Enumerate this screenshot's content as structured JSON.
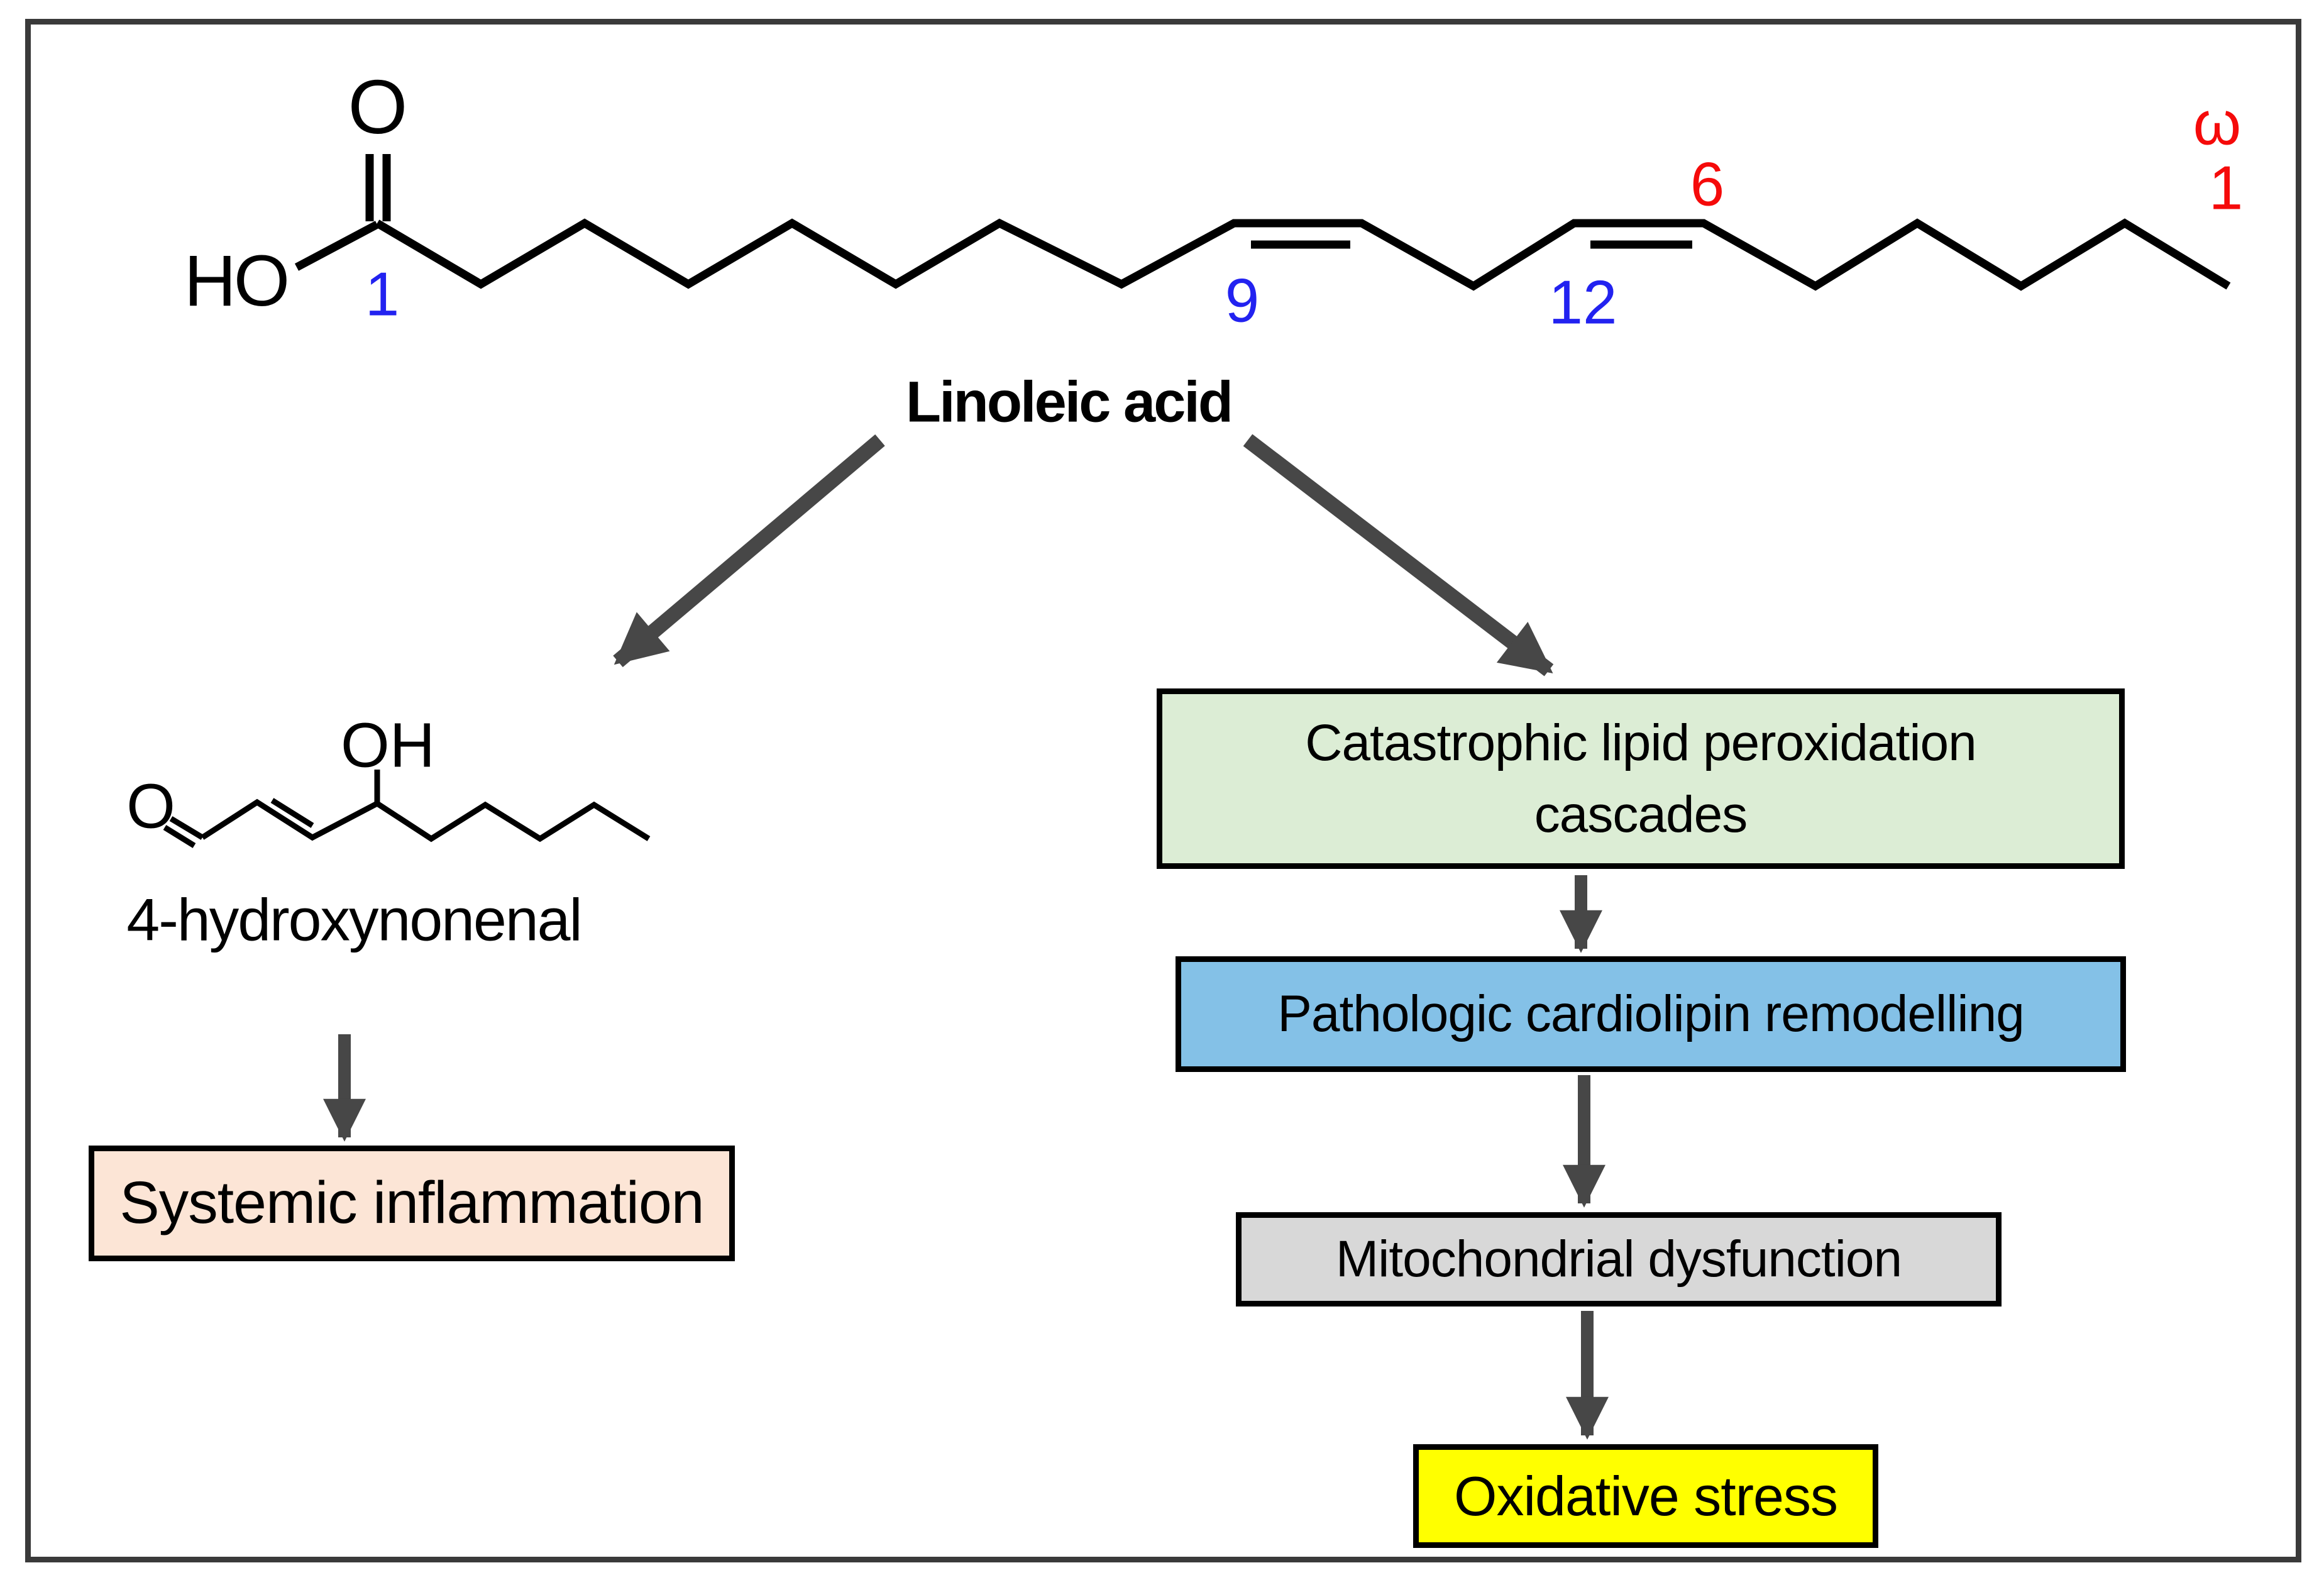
{
  "linoleic": {
    "name": "Linoleic acid",
    "ho_label": "HO",
    "carbonyl_oxygen": "O",
    "carbon1": "1",
    "carbon9": "9",
    "carbon12": "12",
    "omega6": "6",
    "omega_symbol": "ω",
    "omega1": "1"
  },
  "hne": {
    "name": "4-hydroxynonenal",
    "aldehyde_oxygen": "O",
    "hydroxyl": "OH"
  },
  "flowchart": {
    "catastrophic": "Catastrophic lipid peroxidation cascades",
    "cardiolipin": "Pathologic cardiolipin remodelling",
    "mitochondrial": "Mitochondrial dysfunction",
    "oxidative": "Oxidative stress",
    "inflammation": "Systemic inflammation"
  },
  "colors": {
    "green_box": "#dcedd5",
    "blue_box": "#84c1e7",
    "gray_box": "#d8d8d8",
    "yellow_box": "#ffff00",
    "peach_box": "#fce5d6",
    "number_blue": "#2222f0",
    "number_red": "#f50a0a",
    "arrow_gray": "#474747",
    "frame_gray": "#3a3a3a",
    "bond_black": "#000000"
  }
}
